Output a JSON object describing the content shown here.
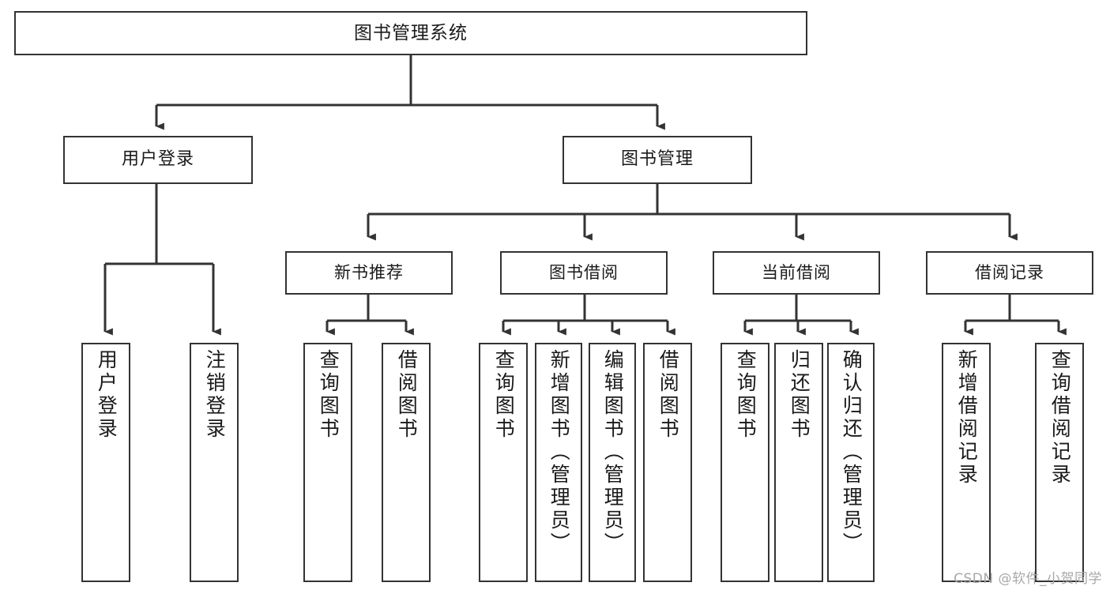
{
  "diagram": {
    "type": "tree-hierarchy",
    "title": "图书管理系统",
    "watermark": "CSDN @软件_小贺同学",
    "colors": {
      "box_border": "#333333",
      "box_fill": "#ffffff",
      "connector": "#333333",
      "text": "#1a1a1a",
      "watermark": "#a8a8a8"
    },
    "nodes": {
      "root": {
        "label": "图书管理系统"
      },
      "level2": [
        {
          "label": "用户登录"
        },
        {
          "label": "图书管理"
        }
      ],
      "level3": [
        {
          "label": "新书推荐"
        },
        {
          "label": "图书借阅"
        },
        {
          "label": "当前借阅"
        },
        {
          "label": "借阅记录"
        }
      ],
      "leaves": {
        "user_login": [
          {
            "label": "用户登录"
          },
          {
            "label": "注销登录"
          }
        ],
        "new_book_recommend": [
          {
            "label": "查询图书"
          },
          {
            "label": "借阅图书"
          }
        ],
        "book_borrow": [
          {
            "label": "查询图书"
          },
          {
            "label": "新增图书（管理员）"
          },
          {
            "label": "编辑图书（管理员）"
          },
          {
            "label": "借阅图书"
          }
        ],
        "current_borrow": [
          {
            "label": "查询图书"
          },
          {
            "label": "归还图书"
          },
          {
            "label": "确认归还（管理员）"
          }
        ],
        "borrow_record": [
          {
            "label": "新增借阅记录"
          },
          {
            "label": "查询借阅记录"
          }
        ]
      }
    }
  }
}
